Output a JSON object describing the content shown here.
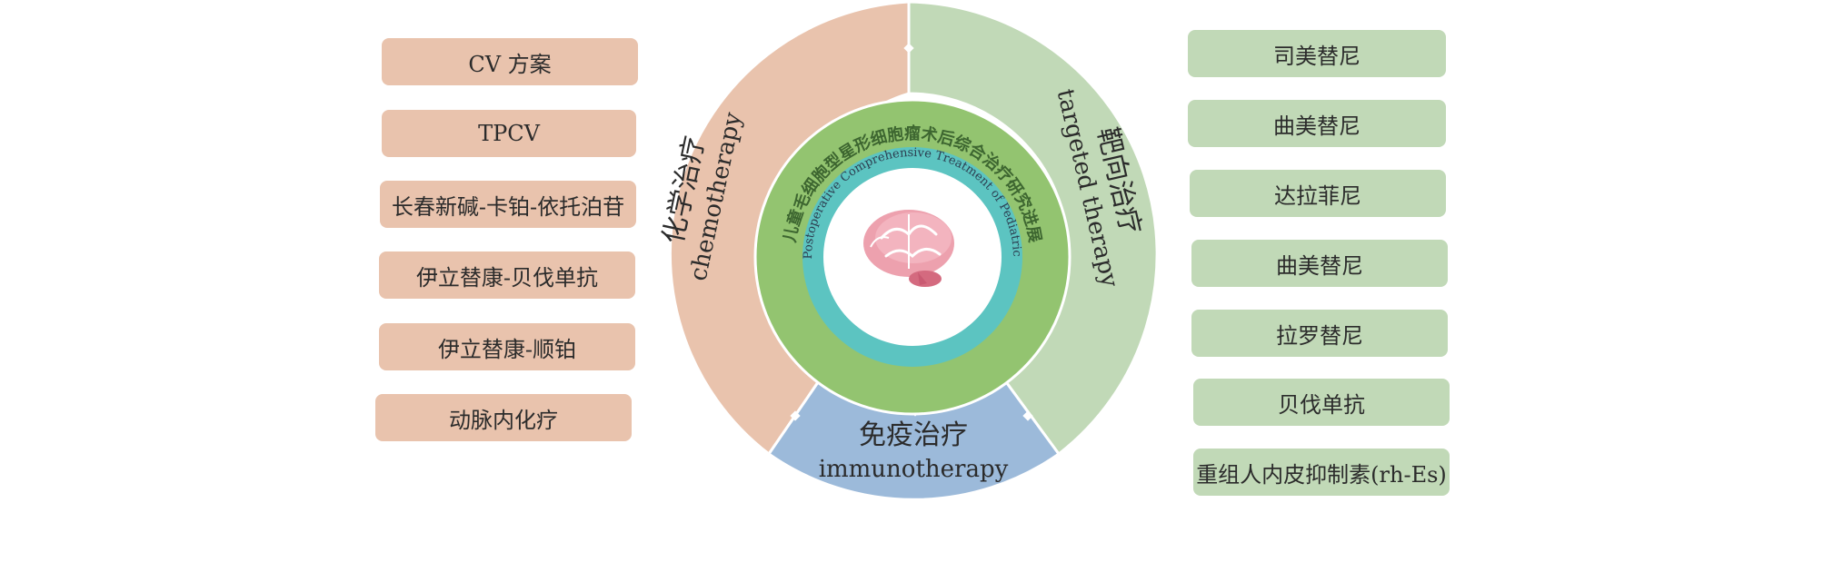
{
  "center": {
    "title_cn": "儿童毛细胞型星形细胞瘤术后综合治疗研究进展",
    "title_en": "Research Progress in Postoperative Comprehensive Treatment of Pediatric Pilocytic Astrocytoma",
    "icon": "brain-icon"
  },
  "segments": {
    "chemo": {
      "cn": "化学治疗",
      "en": "chemotherapy",
      "color": "#e9c3ad"
    },
    "targeted": {
      "cn": "靶向治疗",
      "en": "targeted therapy",
      "color": "#c1d9b7"
    },
    "immuno": {
      "cn": "免疫治疗",
      "en": "immunotherapy",
      "color": "#9cbada"
    }
  },
  "colors": {
    "inner_ring": "#93c470",
    "text_ring": "#5cc4c1",
    "chemo_box": "#e9c3ad",
    "target_box": "#c1d9b7"
  },
  "left_items": [
    "CV 方案",
    "TPCV",
    "长春新碱-卡铂-依托泊苷",
    "伊立替康-贝伐单抗",
    "伊立替康-顺铂",
    "动脉内化疗"
  ],
  "right_items": [
    "司美替尼",
    "曲美替尼",
    "达拉菲尼",
    "曲美替尼",
    "拉罗替尼",
    "贝伐单抗",
    "重组人内皮抑制素(rh-Es)"
  ]
}
